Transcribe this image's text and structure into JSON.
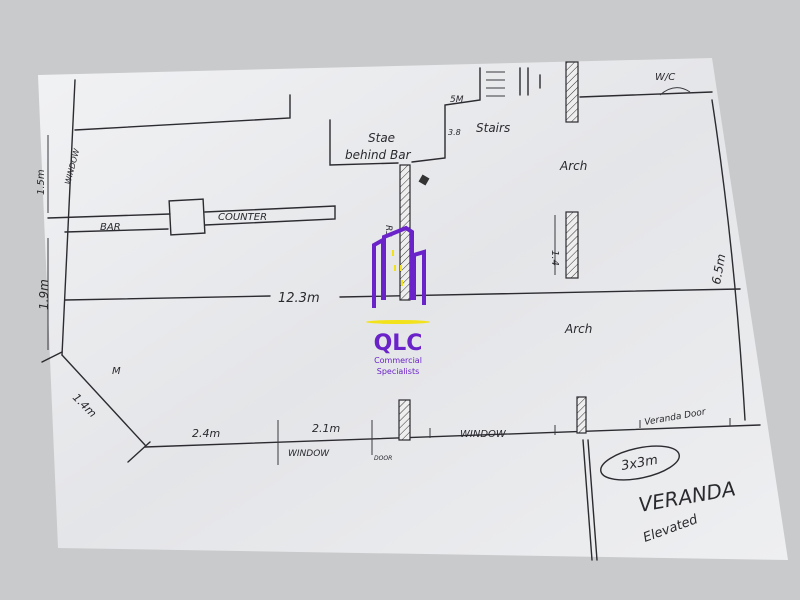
{
  "plan": {
    "labels": {
      "store_line1": "Stae",
      "store_line2": "behind Bar",
      "stairs_width": "5M",
      "stairs_depth": "3.8",
      "stairs": "Stairs",
      "wc": "W/C",
      "arch_top": "Arch",
      "arch_bottom": "Arch",
      "arch_width": "1.4",
      "right_wall": "6.5m",
      "total_length": "12.3m",
      "left_window_height": "1.5m",
      "left_window": "WINDOW",
      "left_lower": "1.9m",
      "bar": "BAR",
      "counter": "COUNTER",
      "diagonal": "1.4m",
      "diagonal_mark": "M",
      "bottom_left_span": "2.4m",
      "bottom_mid_span": "2.1m",
      "bottom_window_1": "WINDOW",
      "door_small": "DOOR",
      "bottom_window_2": "WINDOW",
      "veranda_door": "Veranda Door",
      "veranda_size": "3x3m",
      "veranda": "VERANDA",
      "elevated": "Elevated",
      "column_mark": "R3"
    }
  },
  "logo": {
    "name": "QLC",
    "line1": "Commercial",
    "line2": "Specialists",
    "colors": {
      "purple": "#6a22c9",
      "yellow": "#f2e21b"
    }
  }
}
